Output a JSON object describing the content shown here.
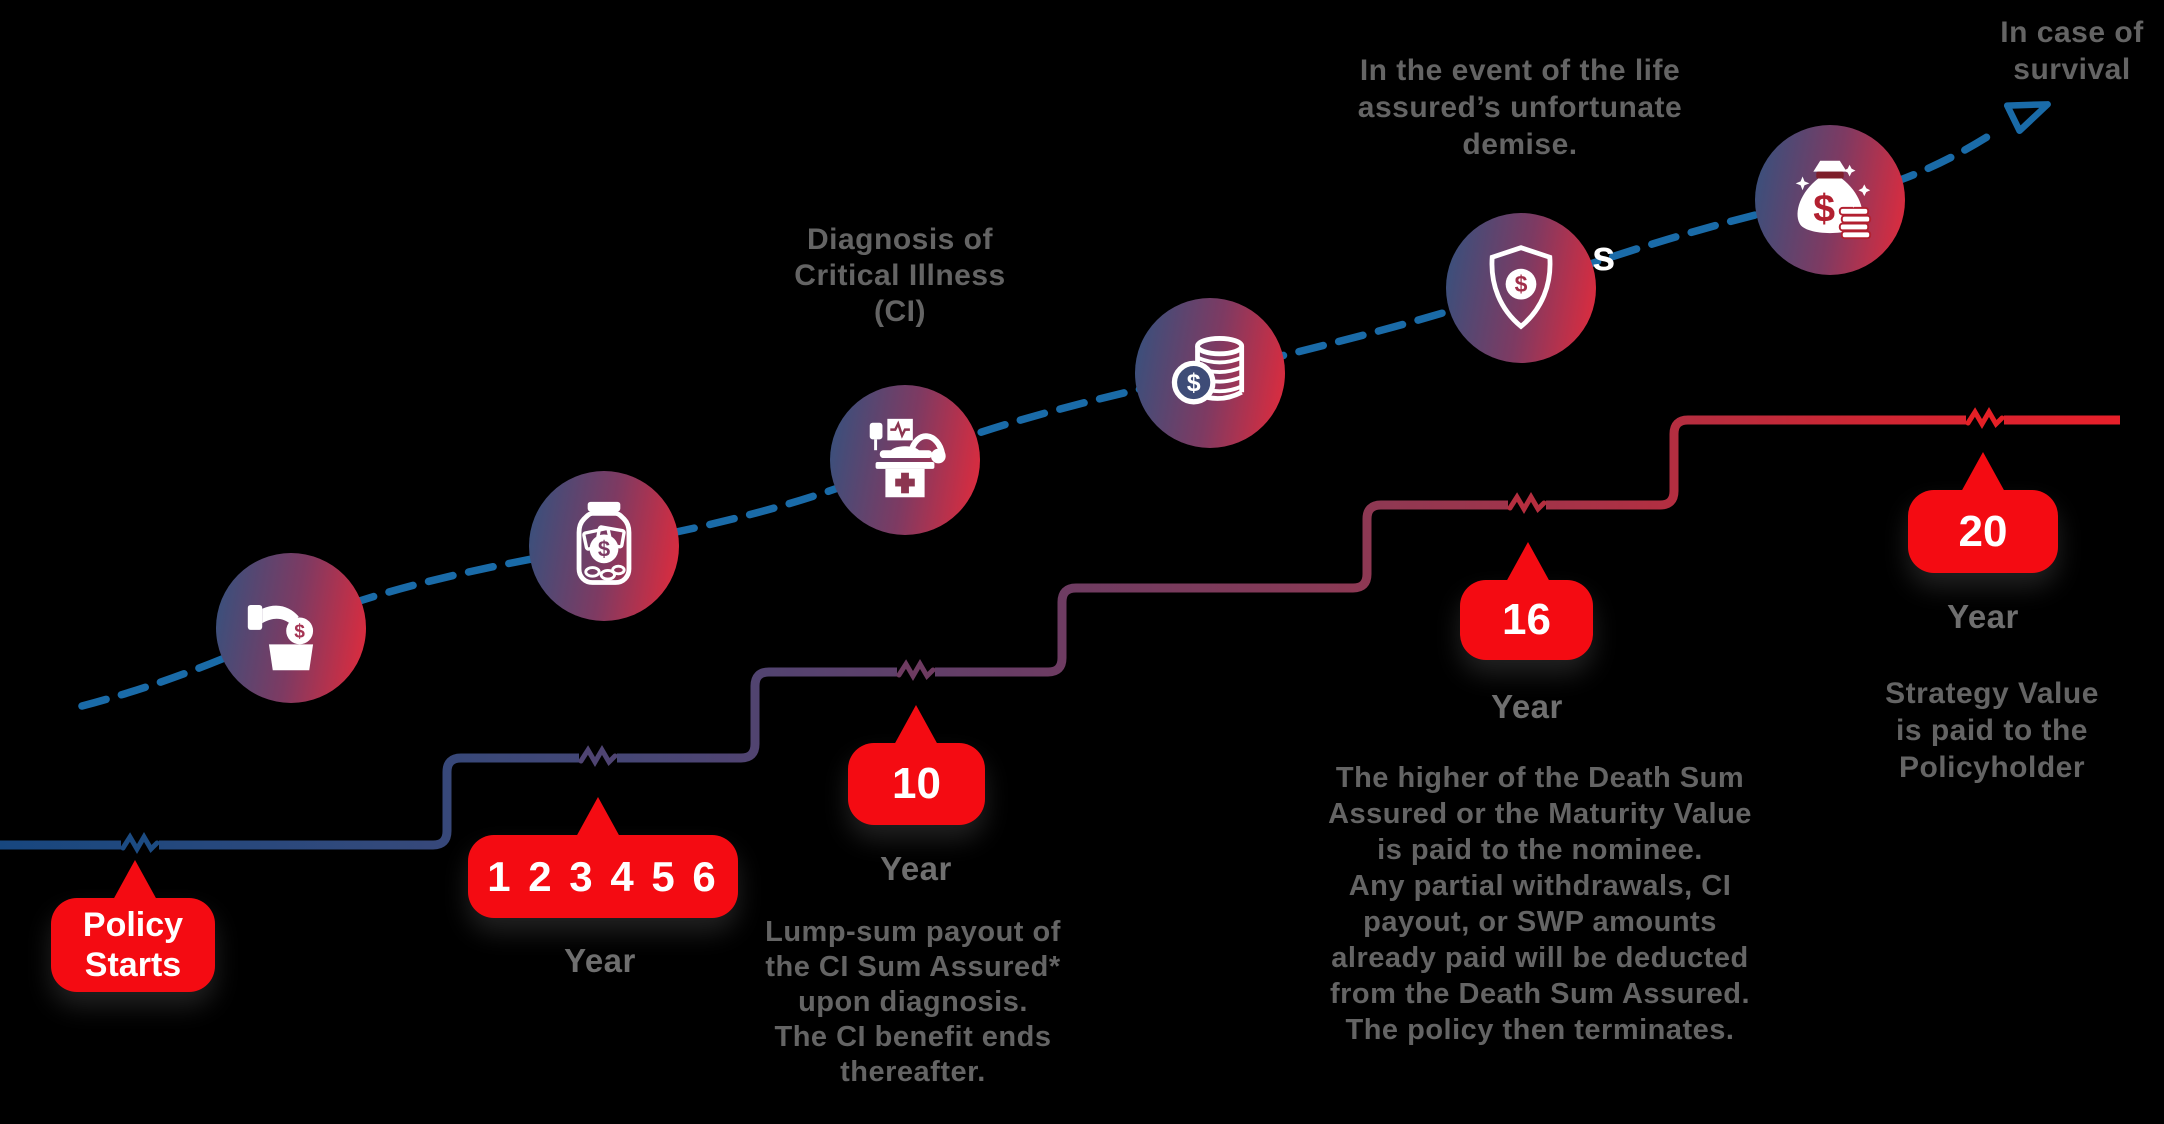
{
  "colors": {
    "background": "#000000",
    "callout_red": "#F40B12",
    "dash_blue": "#1A6BA8",
    "step_gradient_start": "#17477F",
    "step_gradient_end": "#E8202A",
    "circle_gradient_left": "#33527F",
    "circle_gradient_right": "#E62A3A",
    "note_gray": "#646464"
  },
  "notes": {
    "survival": "In case of\nsurvival",
    "demise": "In the event of the life\nassured’s unfortunate\ndemise.",
    "diagnosis": "Diagnosis of\nCritical Illness\n(CI)",
    "lumpsum": "Lump-sum payout of\nthe CI Sum Assured*\nupon diagnosis.\nThe CI benefit ends\nthereafter.",
    "nominee": "The higher of the Death Sum\nAssured or the Maturity Value\nis paid to the nominee.\nAny partial withdrawals, CI\npayout, or SWP amounts\nalready paid will be deducted\nfrom the Death Sum Assured.\nThe policy then terminates.",
    "strategy": "Strategy Value\nis paid to the\nPolicyholder"
  },
  "callouts": [
    {
      "label": "Policy\nStarts"
    },
    {
      "label": "1 2 3 4 5 6",
      "sub": "Year"
    },
    {
      "label": "10",
      "sub": "Year"
    },
    {
      "label": "16",
      "sub": "Year"
    },
    {
      "label": "20",
      "sub": "Year"
    }
  ],
  "icons": {
    "milestone_1": "hand-depositing-coin",
    "milestone_2": "money-jar",
    "milestone_3": "hospital-bed-critical-illness",
    "milestone_4": "coins-stack",
    "milestone_5": "shield-dollar",
    "milestone_6": "money-bag-with-coins",
    "path_end": "arrow-head"
  },
  "stray_glyph": "s"
}
